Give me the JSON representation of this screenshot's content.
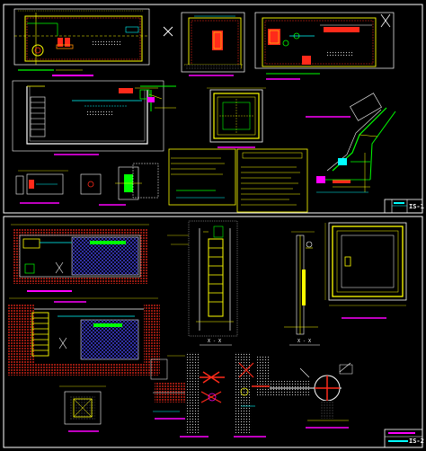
{
  "sheet": {
    "top_block_id": "IS-1",
    "bottom_block_id": "IS-2"
  },
  "labels": {
    "section_x": "X - X",
    "section_x_right": "X - X"
  },
  "colors": {
    "background": "#000000",
    "frame": "#ffffff",
    "wall_red": "#ff2a1a",
    "yellow": "#ffff00",
    "cyan": "#00ffff",
    "green": "#00ff00",
    "magenta": "#ff00ff",
    "blue": "#3a3aff",
    "orange": "#ff8c00"
  }
}
